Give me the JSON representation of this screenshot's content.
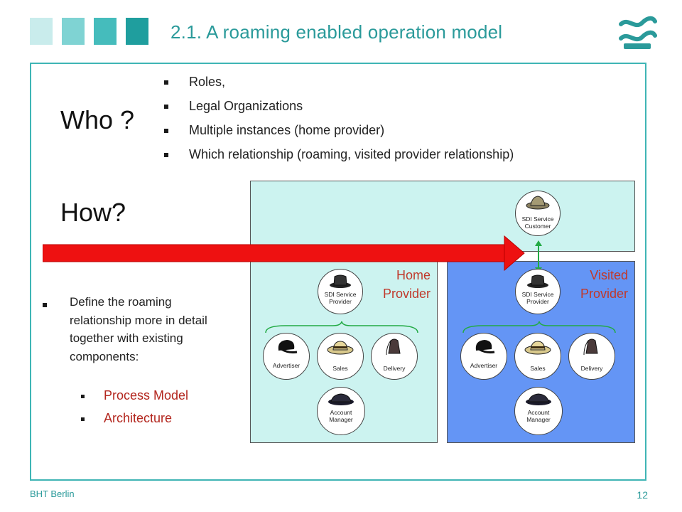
{
  "header": {
    "title": "2.1. A roaming enabled operation model",
    "squares": [
      "#c9ecec",
      "#7fd3d3",
      "#45bcbc",
      "#1f9e9e"
    ],
    "accent": "#2a9a9a"
  },
  "left": {
    "who": "Who ?",
    "how": "How?",
    "define": "Define the roaming relationship more in detail together with existing components:",
    "sub_items": [
      "Process Model",
      "Architecture"
    ]
  },
  "bullets": [
    "Roles,",
    "Legal Organizations",
    "Multiple instances (home provider)",
    "Which relationship (roaming, visited provider relationship)"
  ],
  "diagram": {
    "customer": "SDI Service Customer",
    "home": {
      "label_line1": "Home",
      "label_line2": "Provider",
      "provider": "SDI Service Provider",
      "advertiser": "Advertiser",
      "sales": "Sales",
      "delivery": "Delivery",
      "account_manager": "Account Manager"
    },
    "visited": {
      "label_line1": "Visited",
      "label_line2": "Provider",
      "provider": "SDI Service Provider",
      "advertiser": "Advertiser",
      "sales": "Sales",
      "delivery": "Delivery",
      "account_manager": "Account Manager"
    },
    "colors": {
      "panel_light": "#ccf3f0",
      "panel_blue": "#6495f5",
      "arrow": "#ee1111",
      "link": "#22aa44",
      "label": "#c0392b"
    }
  },
  "footer": {
    "left": "BHT Berlin",
    "page": "12"
  }
}
